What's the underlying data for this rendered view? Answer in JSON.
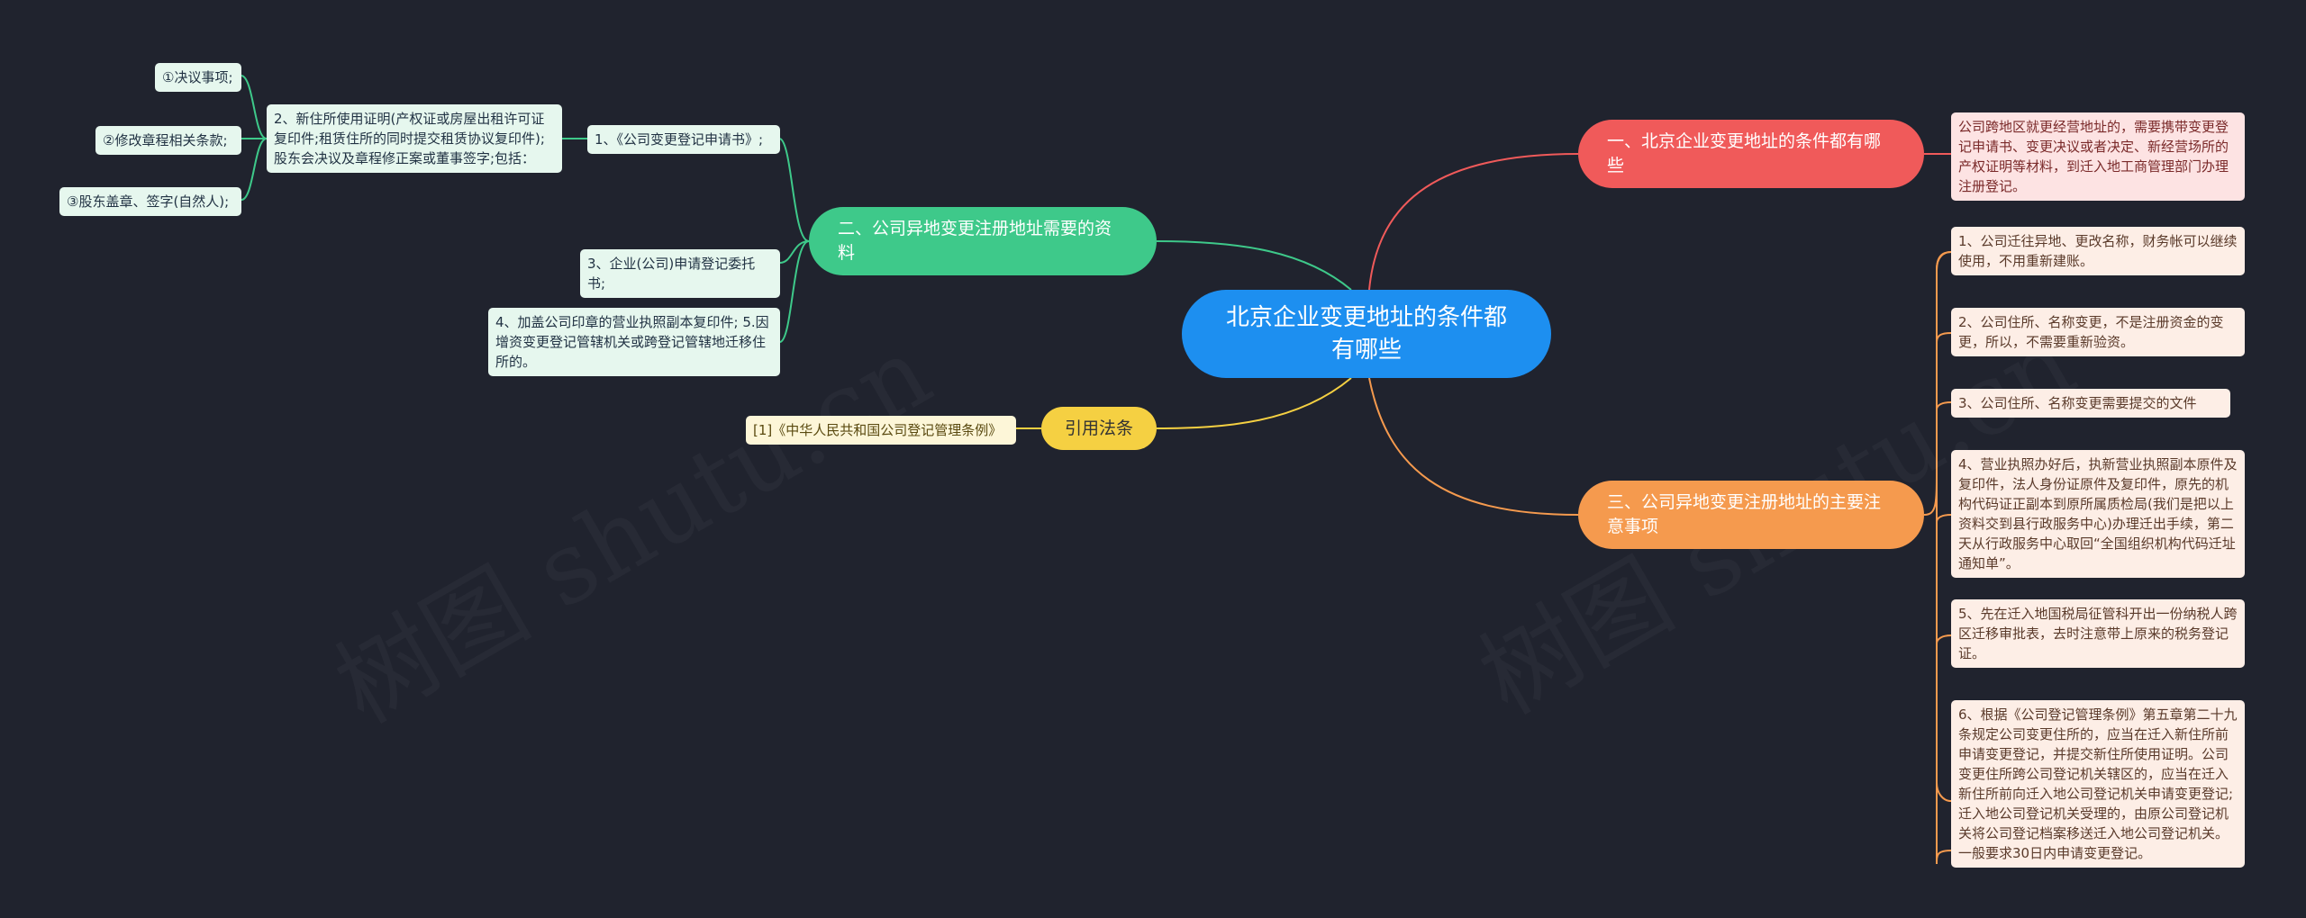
{
  "center": "北京企业变更地址的条件都有哪些",
  "branch1": {
    "label": "一、北京企业变更地址的条件都有哪些",
    "leaves": [
      "公司跨地区就更经营地址的，需要携带变更登记申请书、变更决议或者决定、新经营场所的产权证明等材料，到迁入地工商管理部门办理注册登记。"
    ]
  },
  "branch3": {
    "label": "三、公司异地变更注册地址的主要注意事项",
    "leaves": [
      "1、公司迁往异地、更改名称，财务帐可以继续使用，不用重新建账。",
      "2、公司住所、名称变更，不是注册资金的变更，所以，不需要重新验资。",
      "3、公司住所、名称变更需要提交的文件",
      "4、营业执照办好后，执新营业执照副本原件及复印件，法人身份证原件及复印件，原先的机构代码证正副本到原所属质检局(我们是把以上资料交到县行政服务中心)办理迁出手续，第二天从行政服务中心取回“全国组织机构代码迁址通知单”。",
      "5、先在迁入地国税局征管科开出一份纳税人跨区迁移审批表，去时注意带上原来的税务登记证。",
      "6、根据《公司登记管理条例》第五章第二十九条规定公司变更住所的，应当在迁入新住所前申请变更登记，并提交新住所使用证明。公司变更住所跨公司登记机关辖区的，应当在迁入新住所前向迁入地公司登记机关申请变更登记;迁入地公司登记机关受理的，由原公司登记机关将公司登记档案移送迁入地公司登记机关。一般要求30日内申请变更登记。"
    ]
  },
  "branch2": {
    "label": "二、公司异地变更注册地址需要的资料",
    "item1": "1、《公司变更登记申请书》;",
    "item1_detail": "2、新住所使用证明(产权证或房屋出租许可证复印件;租赁住所的同时提交租赁协议复印件);股东会决议及章程修正案或董事签字;包括：",
    "sub": [
      "①决议事项;",
      "②修改章程相关条款;",
      "③股东盖章、签字(自然人);"
    ],
    "item3": "3、企业(公司)申请登记委托书;",
    "item4": "4、加盖公司印章的营业执照副本复印件; 5.因增资变更登记管辖机关或跨登记管辖地迁移住所的。"
  },
  "law": {
    "label": "引用法条",
    "item": "[1]《中华人民共和国公司登记管理条例》"
  },
  "watermark": [
    "树图 shutu.cn",
    "树图 shutu.cn"
  ],
  "colors": {
    "background": "#20232e",
    "center": "#1d8ff0",
    "branch1": "#f05a5a",
    "branch2": "#3ec98a",
    "branch3": "#f59a4e",
    "law": "#f5d042"
  }
}
